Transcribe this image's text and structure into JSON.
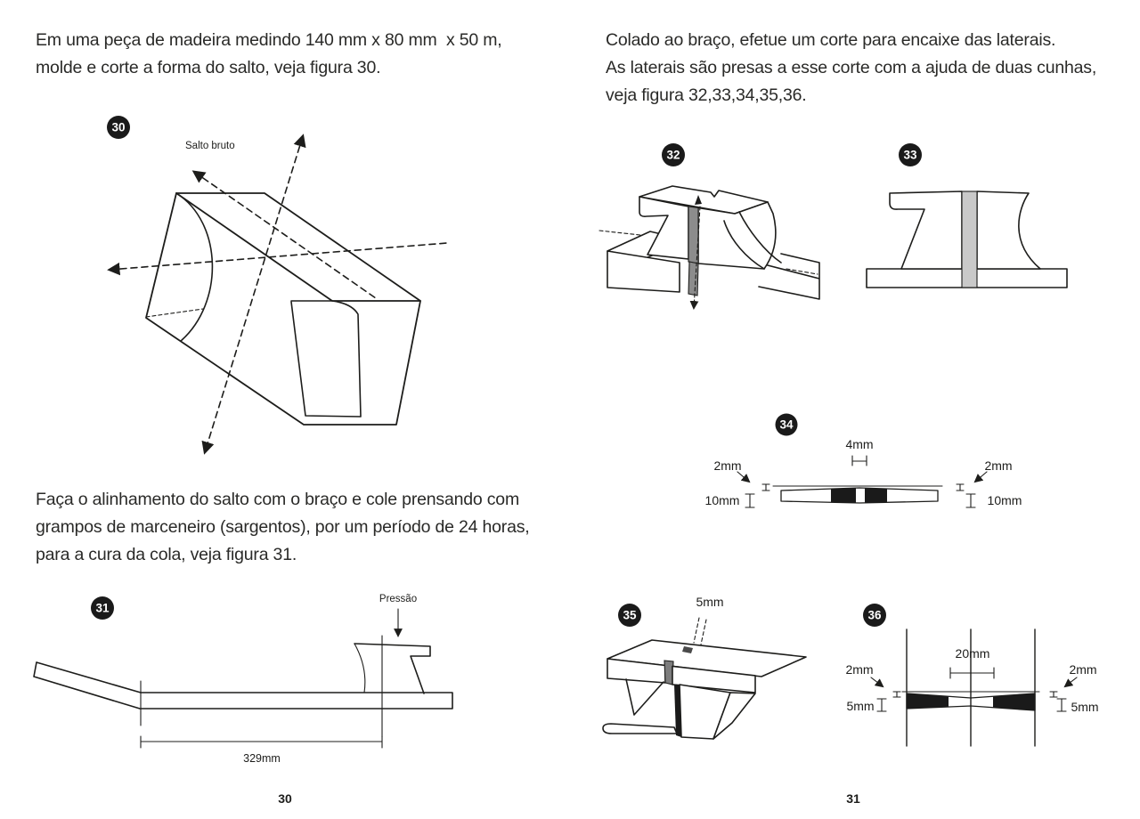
{
  "colors": {
    "ink": "#1d1d1b",
    "slot_gray": "#8c8c8c",
    "stripe_gray": "#c9c9c9",
    "black_fill": "#1a1a1a",
    "paper": "#ffffff"
  },
  "left_page": {
    "para1": [
      "Em uma peça de madeira medindo 140 mm x 80 mm  x 50 m,",
      "molde e corte a forma do salto, veja figura 30."
    ],
    "para2": [
      "Faça o alinhamento do salto com o braço e cole prensando com",
      "grampos de marceneiro (sargentos), por um período de 24 horas,",
      "para a cura da cola, veja figura 31."
    ],
    "page_number": "30",
    "fig30": {
      "number": "30",
      "label": "Salto bruto"
    },
    "fig31": {
      "number": "31",
      "pressure_label": "Pressão",
      "length_dim": "329mm"
    }
  },
  "right_page": {
    "para1": [
      "Colado ao braço, efetue um corte para encaixe das laterais.",
      "As laterais são presas a esse corte com a ajuda de duas cunhas,",
      "veja figura 32,33,34,35,36."
    ],
    "page_number": "31",
    "fig32": {
      "number": "32"
    },
    "fig33": {
      "number": "33"
    },
    "fig34": {
      "number": "34",
      "top_dim": "4mm",
      "left_small_dim": "2mm",
      "left_big_dim": "10mm",
      "right_small_dim": "2mm",
      "right_big_dim": "10mm"
    },
    "fig35": {
      "number": "35",
      "slot_dim": "5mm"
    },
    "fig36": {
      "number": "36",
      "top_dim": "20mm",
      "left_small_dim": "2mm",
      "left_big_dim": "5mm",
      "right_small_dim": "2mm",
      "right_big_dim": "5mm"
    }
  }
}
